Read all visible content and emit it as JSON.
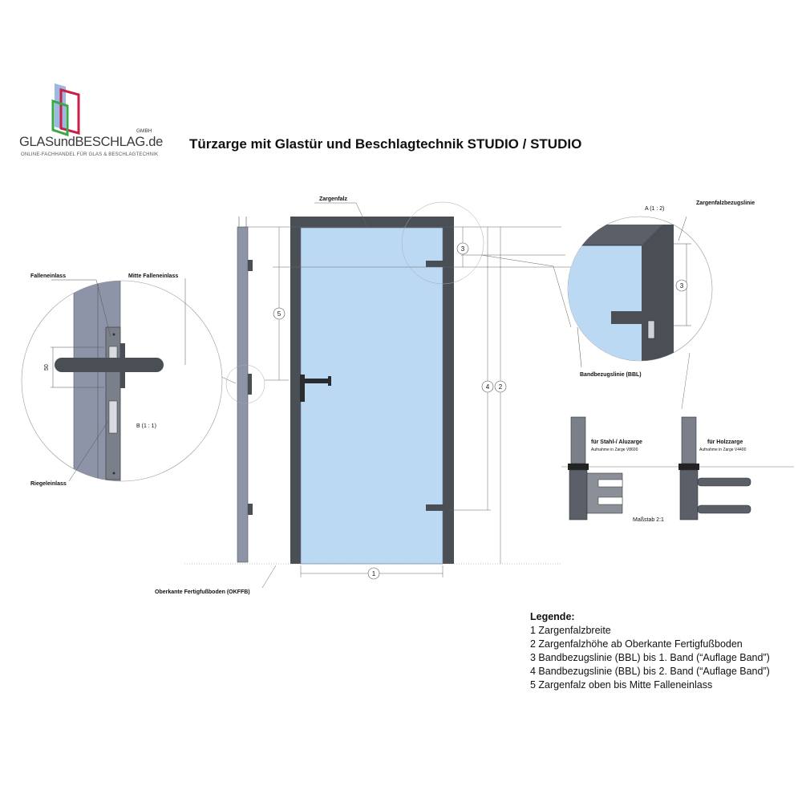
{
  "logo": {
    "name": "GLASundBESCHLAG.de",
    "gmbh": "GMBH",
    "tagline": "ONLINE-FACHHANDEL FÜR GLAS & BESCHLAGTECHNIK"
  },
  "title": "Türzarge mit Glastür und Beschlagtechnik STUDIO / STUDIO",
  "main_drawing": {
    "zargenfalz_label": "Zargenfalz",
    "floor_label": "Oberkante Fertigfußboden (OKFFB)",
    "dim_1": "1",
    "dim_2": "2",
    "dim_3": "3",
    "dim_4": "4",
    "dim_5": "5"
  },
  "detail_b": {
    "falleneinlass": "Falleneinlass",
    "mitte_falleneinlass": "Mitte Falleneinlass",
    "riegeleinlass": "Riegeleinlass",
    "dim_50": "50",
    "scale": "B (1 : 1)"
  },
  "detail_a": {
    "scale": "A (1 : 2)",
    "zargenfalzbezugslinie": "Zargenfalzbezugslinie",
    "bandbezugslinie": "Bandbezugslinie (BBL)",
    "dim_3": "3"
  },
  "hinges": {
    "steel_title": "für Stahl-/ Aluzarge",
    "steel_sub": "Aufnahme in Zarge V8600",
    "wood_title": "für Holzzarge",
    "wood_sub": "Aufnahme in Zarge V4400",
    "scale": "Maßstab 2:1"
  },
  "legend": {
    "title": "Legende:",
    "items": [
      "1  Zargenfalzbreite",
      "2  Zargenfalzhöhe ab Oberkante Fertigfußboden",
      "3  Bandbezugslinie (BBL) bis 1. Band (“Auflage Band”)",
      "4  Bandbezugslinie (BBL) bis 2. Band (“Auflage Band”)",
      "5  Zargenfalz oben bis Mitte Falleneinlass"
    ]
  },
  "colors": {
    "glass": "#bcd9f4",
    "frame": "#4a4e55",
    "frame_side": "#8d94a8",
    "line": "#555555",
    "logo_blue": "#4f7fc4",
    "logo_red": "#c8204a",
    "logo_green": "#3aa848"
  }
}
